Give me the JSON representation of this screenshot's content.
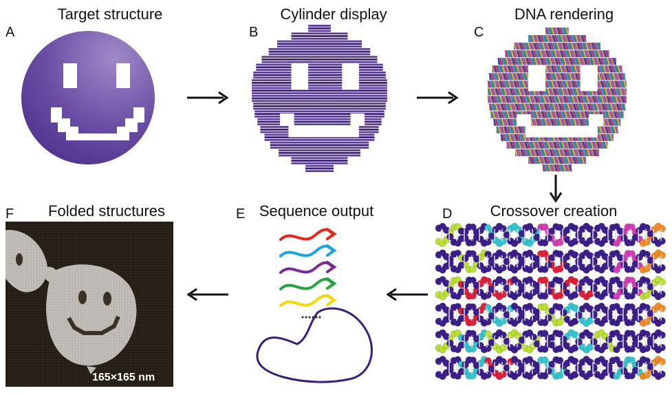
{
  "panels": {
    "A": {
      "letter": "A",
      "title": "Target structure"
    },
    "B": {
      "letter": "B",
      "title": "Cylinder display"
    },
    "C": {
      "letter": "C",
      "title": "DNA rendering"
    },
    "D": {
      "letter": "D",
      "title": "Crossover creation"
    },
    "E": {
      "letter": "E",
      "title": "Sequence output"
    },
    "F": {
      "letter": "F",
      "title": "Folded structures",
      "scale_bar": "165×165 nm"
    }
  },
  "colors": {
    "purple": "#5b3e93",
    "purple_dark": "#3a1d78",
    "circle_light": "#8c73bb",
    "strand_colors": [
      "#e8261c",
      "#1fa3df",
      "#7b2b8f",
      "#27a33d",
      "#f5d70a"
    ],
    "helix_colors": [
      "#3d1f8c",
      "#34c6d0",
      "#e0203a",
      "#d43db4",
      "#b9e033",
      "#f28c28",
      "#9ad23a"
    ]
  },
  "icons": {
    "arrows": [
      "arrow-right-icon",
      "arrow-right-icon",
      "arrow-down-icon",
      "arrow-left-icon",
      "arrow-left-icon"
    ]
  }
}
